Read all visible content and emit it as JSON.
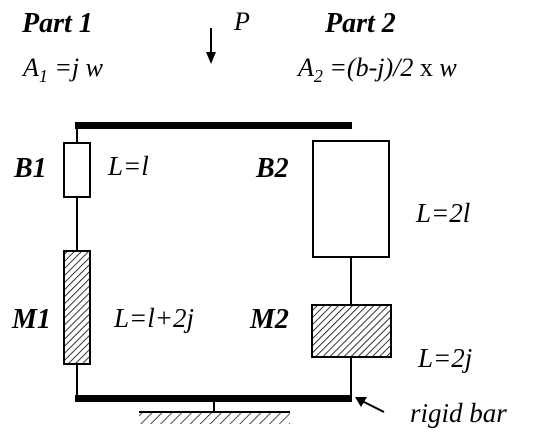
{
  "part1": {
    "title": "Part 1",
    "area_prefix": "A",
    "area_sub": "1",
    "area_expr": " =j w"
  },
  "part2": {
    "title": "Part 2",
    "area_prefix": "A",
    "area_sub": "2",
    "area_expr": " =(b-j)/2",
    "area_mult": " x ",
    "area_tail": "w"
  },
  "load": {
    "label": "P"
  },
  "members": {
    "b1": {
      "name": "B1",
      "length": "L=l"
    },
    "m1": {
      "name": "M1",
      "length": "L=l+2j"
    },
    "b2": {
      "name": "B2",
      "length": "L=2l"
    },
    "m2": {
      "name": "M2",
      "length": "L=2j"
    }
  },
  "rigid_bar": {
    "label": "rigid bar"
  },
  "colors": {
    "ink": "#000000",
    "background": "#ffffff"
  }
}
